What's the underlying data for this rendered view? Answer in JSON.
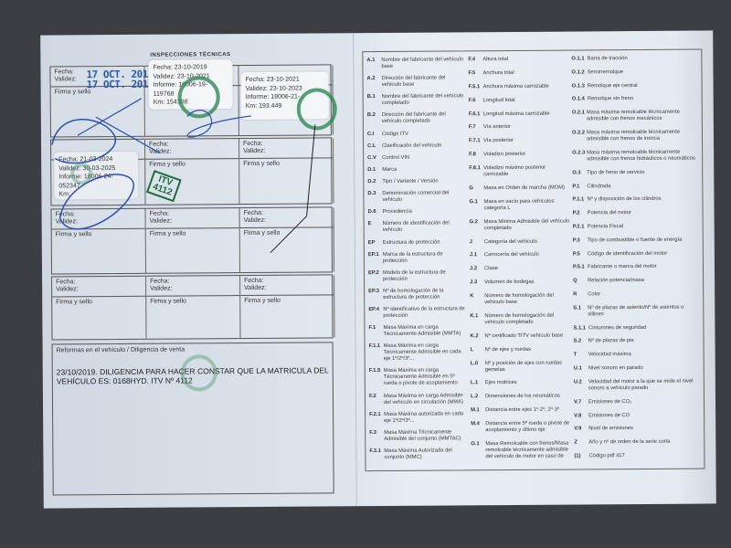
{
  "left_page": {
    "header": "INSPECCIONES TÉCNICAS",
    "labels": {
      "fecha": "Fecha:",
      "validez": "Validez:",
      "firma": "Firma y sello"
    },
    "stamp_2017": {
      "fecha": "17 OCT. 2017",
      "validez": "17 OCT. 2019"
    },
    "stickers": [
      {
        "fecha": "Fecha:  23-10-2019",
        "validez": "Validez: 23-10-2021",
        "informe": "Informe: 18006-19-119768",
        "km": "Km: 154388"
      },
      {
        "fecha": "Fecha:  23-10-2021",
        "validez": "Validez: 23-10-2023",
        "informe": "Informe: 18006-21-",
        "km": "Km: 193.449"
      },
      {
        "fecha": "Fecha:  21-03-2024",
        "validez": "Validez: 30-03-2025",
        "informe": "Informe: 18006-24-052347",
        "km": "Km:"
      }
    ],
    "itv_stamp": {
      "line1": "ITV",
      "line2": "4112"
    },
    "reformas": {
      "title": "Reformas en el vehículo / Diligencia de venta",
      "text": "23/10/2019. DILIGENCIA PARA HACER CONSTAR QUE LA MATRICULA DEL VEHÍCULO ES: 0168HYD. ITV Nº 4112"
    }
  },
  "right_page": {
    "columns": [
      [
        [
          "A.1",
          "Nombre del fabricante del vehículo base"
        ],
        [
          "A.2",
          "Dirección del fabricante del vehículo base"
        ],
        [
          "B.1",
          "Nombre del fabricante del vehículo completado"
        ],
        [
          "B.2",
          "Dirección del fabricante del vehículo completado"
        ],
        [
          "C.I",
          "Código ITV"
        ],
        [
          "C.L",
          "Clasificación del vehículo"
        ],
        [
          "C.V",
          "Control VIN"
        ],
        [
          "D.1",
          "Marca"
        ],
        [
          "D.2",
          "Tipo / Variante / Versión"
        ],
        [
          "D.3",
          "Denominación comercial del vehículo"
        ],
        [
          "D.6",
          "Procedencia"
        ],
        [
          "E",
          "Número de identificación del vehículo"
        ],
        [
          "EP",
          "Estructura de protección"
        ],
        [
          "EP.1",
          "Marca de la estructura de protección"
        ],
        [
          "EP.2",
          "Modelo de la estructura de protección"
        ],
        [
          "EP.3",
          "Nº de homologación de la estructura de protección"
        ],
        [
          "EP.4",
          "Nº identificativo de la estructura de protección"
        ],
        [
          "F.1",
          "Masa Máxima en carga Técnicamente Admisible (MMTA)"
        ],
        [
          "F.1.1",
          "Masa Máxima en carga Técnicamente Admisible en cada eje 1º/2º/3º..."
        ],
        [
          "F.1.5",
          "Masa Máxima en carga Técnicamente Admisible en 5ª rueda o pivote de acoplamiento"
        ],
        [
          "F.2",
          "Masa Máxima en carga Admisible del vehículo en circulación (MMA)"
        ],
        [
          "F.2.1",
          "Masa Máxima autorizada en cada eje 1º/2º/3º..."
        ],
        [
          "F.3",
          "Masa Máxima Técnicamente Admisible del conjunto (MMTAC)"
        ],
        [
          "F.3.1",
          "Masa Máxima Autorizada del conjunto (MMC)"
        ]
      ],
      [
        [
          "F.4",
          "Altura total"
        ],
        [
          "F.5",
          "Anchura total"
        ],
        [
          "F.5.1",
          "Anchura máxima carrozable"
        ],
        [
          "F.6",
          "Longitud total"
        ],
        [
          "F.6.1",
          "Longitud máxima carrozable"
        ],
        [
          "F.7",
          "Vía anterior"
        ],
        [
          "F.7.1",
          "Vía posterior"
        ],
        [
          "F.8",
          "Voladizo posterior"
        ],
        [
          "F.8.1",
          "Voladizo máximo posterior carrozable"
        ],
        [
          "G",
          "Masa en Orden de marcha (MOM)"
        ],
        [
          "G.1",
          "Masa en vacío para vehículos categoría L"
        ],
        [
          "G.2",
          "Masa Mínima Admisible del vehículo completado"
        ],
        [
          "J",
          "Categoría del vehículo"
        ],
        [
          "J.1",
          "Carrocería del vehículo"
        ],
        [
          "J.2",
          "Clase"
        ],
        [
          "J.3",
          "Volumen de bodegas"
        ],
        [
          "K",
          "Número de homologación del vehículo base"
        ],
        [
          "K.1",
          "Número de homologación del vehículo completado"
        ],
        [
          "K.2",
          "Nº certificado TITV vehículo base"
        ],
        [
          "L",
          "Nº de ejes y ruedas"
        ],
        [
          "L.0",
          "Nº y posición de ejes con ruedas gemelas"
        ],
        [
          "L.1",
          "Ejes motrices"
        ],
        [
          "L.2",
          "Dimensiones de los neumáticos"
        ],
        [
          "M.1",
          "Distancia entre ejes 1º-2º, 2º-3º"
        ],
        [
          "M.4",
          "Distancia entre 5ª rueda o pivote de acoplamiento y último eje"
        ],
        [
          "O.1",
          "Masa Remolcable con frenos/Masa remolcable técnicamente admisible del vehículo de motor en caso de"
        ]
      ],
      [
        [
          "O.1.1",
          "Barra de tracción"
        ],
        [
          "O.1.2",
          "Semirremolque"
        ],
        [
          "O.1.3",
          "Remolque eje central"
        ],
        [
          "O.1.4",
          "Remolque sin freno"
        ],
        [
          "O.2.1",
          "Masa máxima remolcable técnicamente admisible con frenos mecánicos"
        ],
        [
          "O.2.2",
          "Masa máxima remolcable técnicamente admisible con frenos de inercia"
        ],
        [
          "O.2.3",
          "Masa máxima remolcable técnicamente admisible con frenos hidráulicos o neumáticos"
        ],
        [
          "O.3",
          "Tipo de freno de servicio"
        ],
        [
          "P.1",
          "Cilindrada"
        ],
        [
          "P.1.1",
          "Nº y disposición de los cilindros"
        ],
        [
          "P.2",
          "Potencia del motor"
        ],
        [
          "P.2.1",
          "Potencia Fiscal"
        ],
        [
          "P.3",
          "Tipo de combustible o fuente de energía"
        ],
        [
          "P.5",
          "Código de identificación del motor"
        ],
        [
          "P.5.1",
          "Fabricante o marca del motor"
        ],
        [
          "Q",
          "Relación potencia/masa"
        ],
        [
          "R",
          "Color"
        ],
        [
          "S.1",
          "Nº de plazas de asiento/Nº de asientos o sillines"
        ],
        [
          "S.1.1",
          "Cinturones de seguridad"
        ],
        [
          "S.2",
          "Nº de plazas de pie"
        ],
        [
          "T",
          "Velocidad máxima"
        ],
        [
          "U.1",
          "Nivel sonoro en parado"
        ],
        [
          "U.2",
          "Velocidad del motor a la que se mide el nivel sonoro a vehículo parado"
        ],
        [
          "V.7",
          "Emisiones de CO₂"
        ],
        [
          "V.8",
          "Emisiones de CO"
        ],
        [
          "V.9",
          "Nivel de emisiones"
        ],
        [
          "Z",
          "Año y nº de orden de la serie corta"
        ],
        [
          "(1)",
          "Código pdf 417"
        ]
      ]
    ]
  }
}
